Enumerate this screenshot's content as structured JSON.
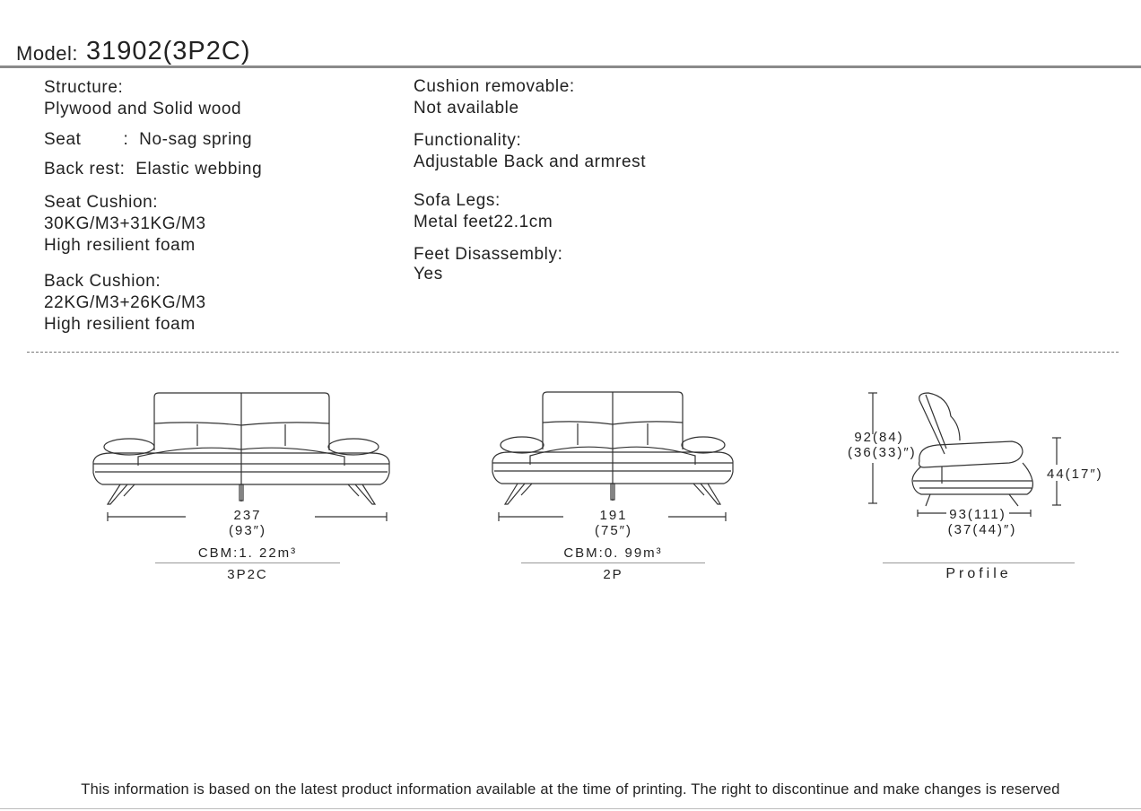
{
  "header": {
    "model_label": "Model:",
    "model_value": "31902(3P2C)"
  },
  "specs_left": [
    {
      "label": "Structure:",
      "value": "Plywood and Solid wood"
    },
    {
      "inline": "Seat        :  No-sag spring"
    },
    {
      "inline": "Back rest:  Elastic webbing"
    },
    {
      "label": "Seat Cushion:",
      "value": "30KG/M3+31KG/M3",
      "value2": "High resilient foam"
    },
    {
      "label": "Back Cushion:",
      "value": "22KG/M3+26KG/M3",
      "value2": "High resilient foam"
    }
  ],
  "specs_right": [
    {
      "label": "Cushion removable:",
      "value": "Not available"
    },
    {
      "label": "Functionality:",
      "value": "Adjustable Back and armrest"
    },
    {
      "label": "Sofa Legs:",
      "value": "Metal feet22.1cm"
    },
    {
      "label": "Feet Disassembly:",
      "value": "Yes"
    }
  ],
  "drawings": [
    {
      "width_cm": "237",
      "width_in": "(93″)",
      "cbm": "CBM:1. 22m³",
      "caption": "3P2C"
    },
    {
      "width_cm": "191",
      "width_in": "(75″)",
      "cbm": "CBM:0. 99m³",
      "caption": "2P"
    },
    {
      "height": "92(84)",
      "height_in": "(36(33)″)",
      "seat_height": "44(17″)",
      "depth": "93(111)",
      "depth_in": "(37(44)″)",
      "caption": "Profile"
    }
  ],
  "footer": "This information is based on the latest product information available at the time of printing. The right to discontinue and make changes is reserved"
}
